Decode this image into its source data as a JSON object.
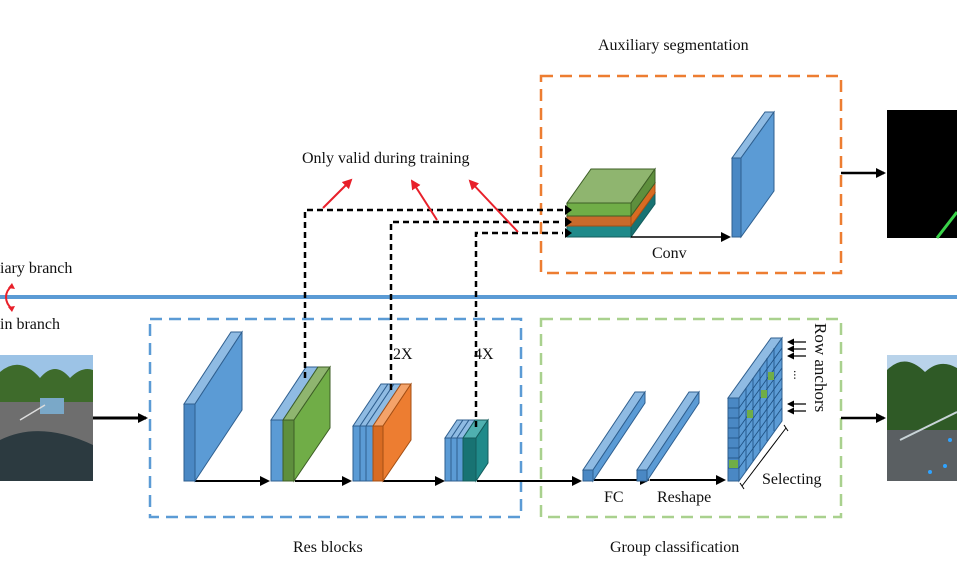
{
  "labels": {
    "aux_title": "Auxiliary segmentation",
    "only_valid": "Only valid during training",
    "aux_branch": "iary branch",
    "main_branch": "in branch",
    "conv": "Conv",
    "two_x": "2X",
    "four_x": "4X",
    "fc": "FC",
    "reshape": "Reshape",
    "selecting": "Selecting",
    "row_anchors": "Row anchors",
    "ellipsis": "...",
    "res_blocks": "Res blocks",
    "group_classification": "Group classification"
  },
  "colors": {
    "blue_block": "#5b9bd5",
    "green_block": "#70ad47",
    "orange_block": "#ed7d31",
    "teal_block": "#1f8a8a",
    "aux_box_border": "#ed7d31",
    "res_box_border": "#5b9bd5",
    "cls_box_border": "#a9d18e",
    "divider": "#5b9bd5",
    "red_arrow": "#e8202a"
  }
}
